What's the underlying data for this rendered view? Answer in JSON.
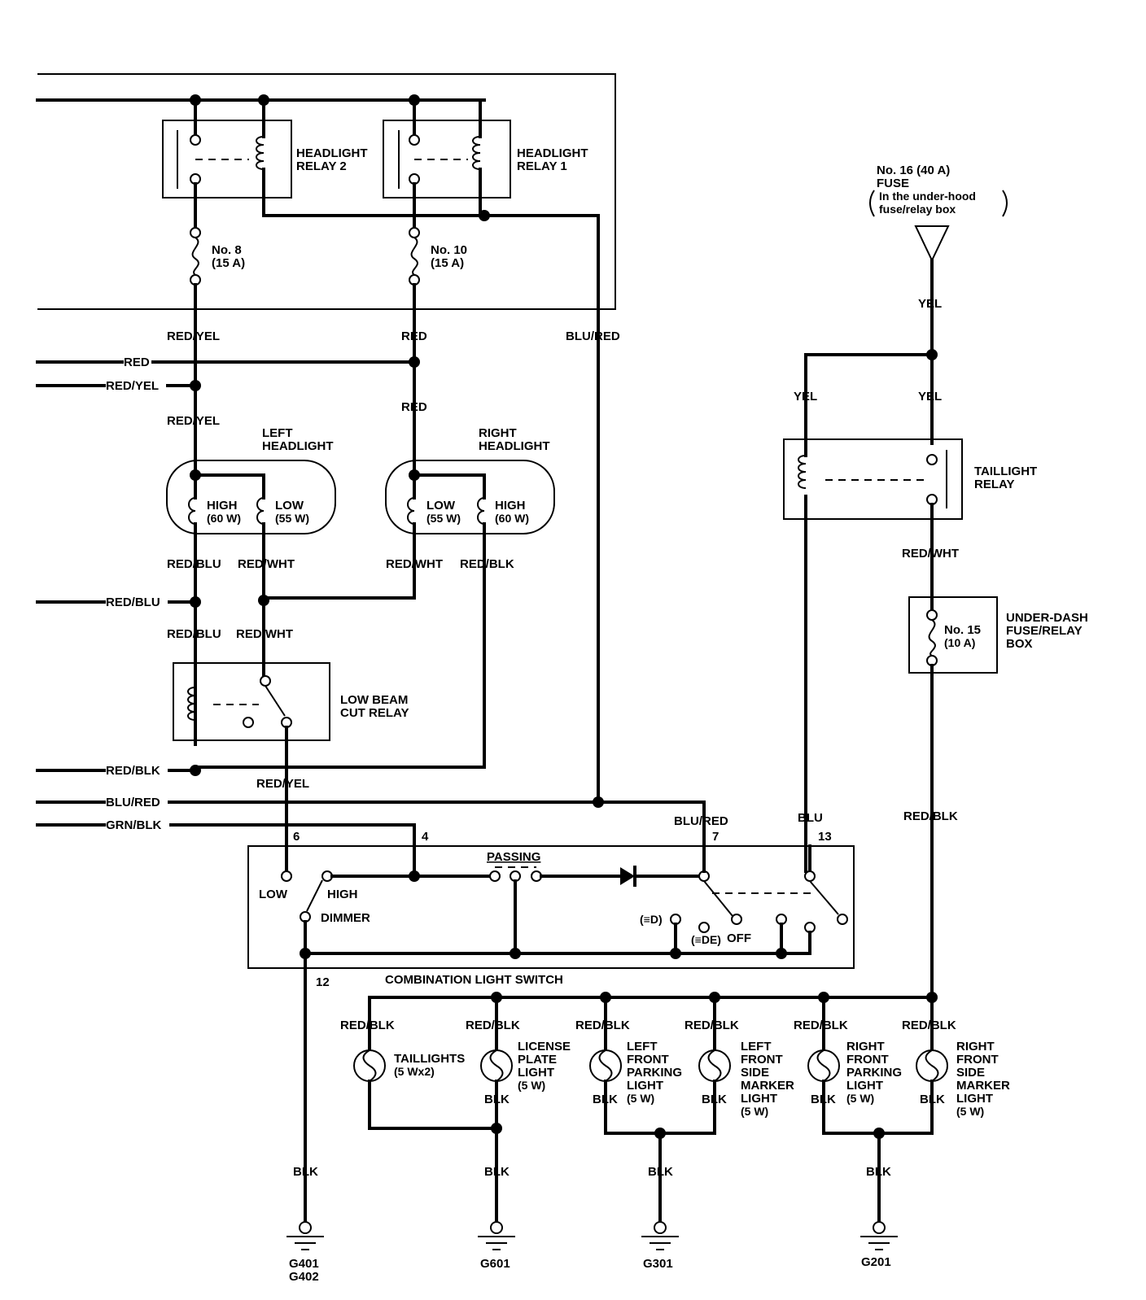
{
  "relays": {
    "headlight_relay_2": [
      "HEADLIGHT",
      "RELAY 2"
    ],
    "headlight_relay_1": [
      "HEADLIGHT",
      "RELAY 1"
    ],
    "low_beam_cut": [
      "LOW BEAM",
      "CUT RELAY"
    ],
    "taillight": [
      "TAILLIGHT",
      "RELAY"
    ]
  },
  "fuses": {
    "no8": [
      "No. 8",
      "(15 A)"
    ],
    "no10": [
      "No. 10",
      "(15 A)"
    ],
    "no16": [
      "No. 16 (40 A)",
      "FUSE",
      "In the under-hood",
      "fuse/relay box"
    ],
    "no15": [
      "No. 15",
      "(10 A)"
    ],
    "under_dash_box": [
      "UNDER-DASH",
      "FUSE/RELAY",
      "BOX"
    ]
  },
  "headlights": {
    "left": {
      "title": [
        "LEFT",
        "HEADLIGHT"
      ],
      "high": [
        "HIGH",
        "(60 W)"
      ],
      "low": [
        "LOW",
        "(55 W)"
      ]
    },
    "right": {
      "title": [
        "RIGHT",
        "HEADLIGHT"
      ],
      "low": [
        "LOW",
        "(55 W)"
      ],
      "high": [
        "HIGH",
        "(60 W)"
      ]
    }
  },
  "wires": {
    "red_yel": "RED/YEL",
    "red": "RED",
    "blu_red": "BLU/RED",
    "red_blu": "RED/BLU",
    "red_wht": "RED/WHT",
    "red_blk": "RED/BLK",
    "grn_blk": "GRN/BLK",
    "yel": "YEL",
    "blu": "BLU",
    "blk": "BLK"
  },
  "switch": {
    "name": "COMBINATION LIGHT SWITCH",
    "passing": "PASSING",
    "dimmer": "DIMMER",
    "low": "LOW",
    "high": "HIGH",
    "off": "OFF",
    "headlight_symbol": "(≡D)",
    "parking_symbol": "(≡DE)",
    "pins": {
      "p6": "6",
      "p4": "4",
      "p7": "7",
      "p13": "13",
      "p12": "12"
    }
  },
  "lamps": {
    "taillights": [
      "TAILLIGHTS",
      "(5 Wx2)"
    ],
    "license_plate": [
      "LICENSE",
      "PLATE",
      "LIGHT",
      "(5 W)"
    ],
    "left_front_parking": [
      "LEFT",
      "FRONT",
      "PARKING",
      "LIGHT",
      "(5 W)"
    ],
    "left_front_side_marker": [
      "LEFT",
      "FRONT",
      "SIDE",
      "MARKER",
      "LIGHT",
      "(5 W)"
    ],
    "right_front_parking": [
      "RIGHT",
      "FRONT",
      "PARKING",
      "LIGHT",
      "(5 W)"
    ],
    "right_front_side_marker": [
      "RIGHT",
      "FRONT",
      "SIDE",
      "MARKER",
      "LIGHT",
      "(5 W)"
    ]
  },
  "grounds": {
    "g401": "G401",
    "g402": "G402",
    "g601": "G601",
    "g301": "G301",
    "g201": "G201"
  }
}
